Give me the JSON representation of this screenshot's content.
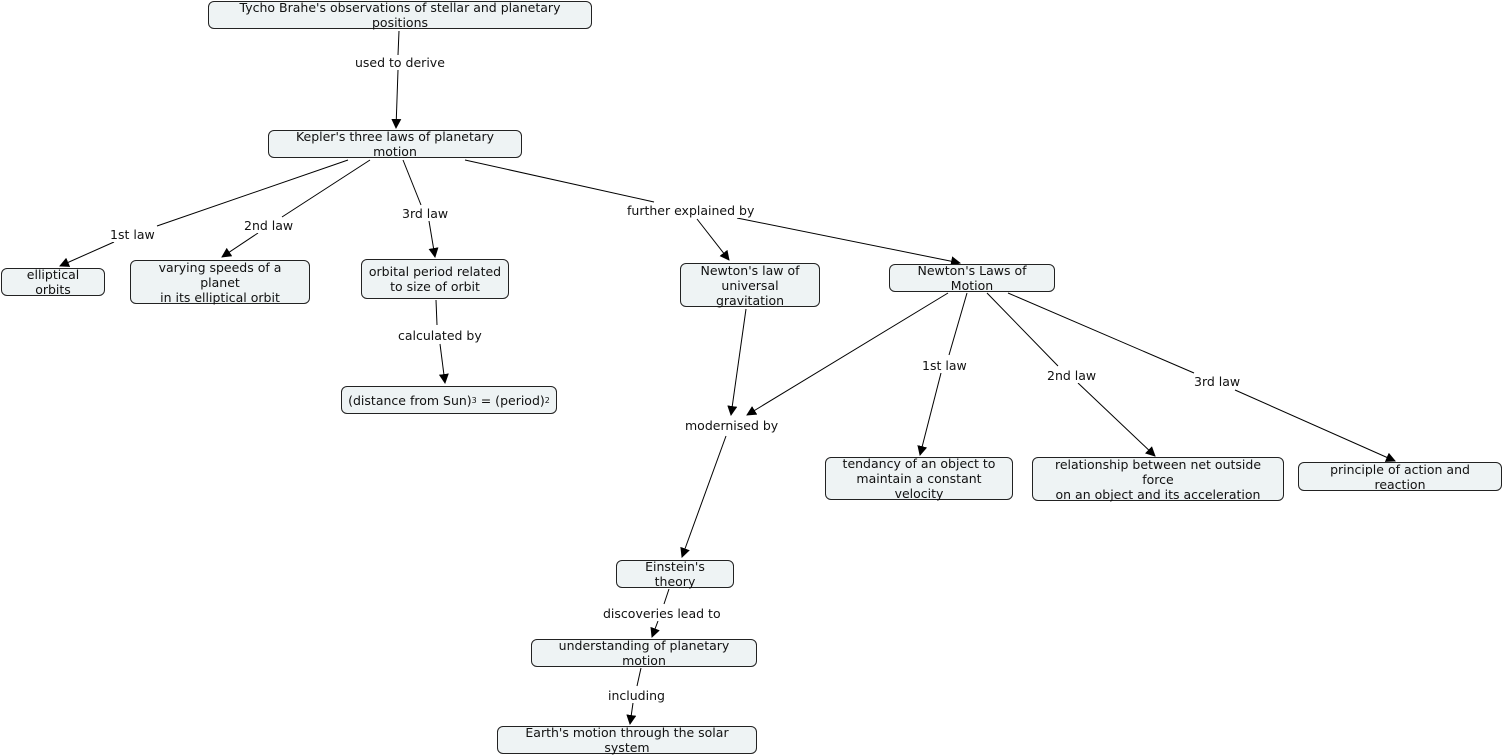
{
  "nodes": {
    "tycho": "Tycho Brahe's observations of stellar and planetary positions",
    "kepler": "Kepler's three laws of planetary motion",
    "elliptical": "elliptical orbits",
    "speeds": "varying speeds of a planet\nin its elliptical orbit",
    "period": "orbital period related\nto size of orbit",
    "formula_part1": "(distance from Sun)",
    "formula_exp1": "3",
    "formula_part2": " = (period)",
    "formula_exp2": "2",
    "gravitation": "Newton's law of\nuniversal gravitation",
    "motion": "Newton's Laws of Motion",
    "tendency": "tendancy of an object to\nmaintain a constant velocity",
    "relationship": "relationship between net outside force\non an object and its acceleration",
    "action": "principle of action and reaction",
    "einstein": "Einstein's theory",
    "understanding": "understanding of planetary motion",
    "earth": "Earth's motion through the solar system"
  },
  "links": {
    "used_to_derive": "used to derive",
    "k_1st": "1st law",
    "k_2nd": "2nd law",
    "k_3rd": "3rd law",
    "further": "further explained by",
    "calculated": "calculated by",
    "modernised": "modernised by",
    "n_1st": "1st law",
    "n_2nd": "2nd law",
    "n_3rd": "3rd law",
    "discoveries": "discoveries lead to",
    "including": "including"
  },
  "colors": {
    "node_fill": "#eef3f4",
    "node_border": "#222222",
    "line": "#000000"
  }
}
